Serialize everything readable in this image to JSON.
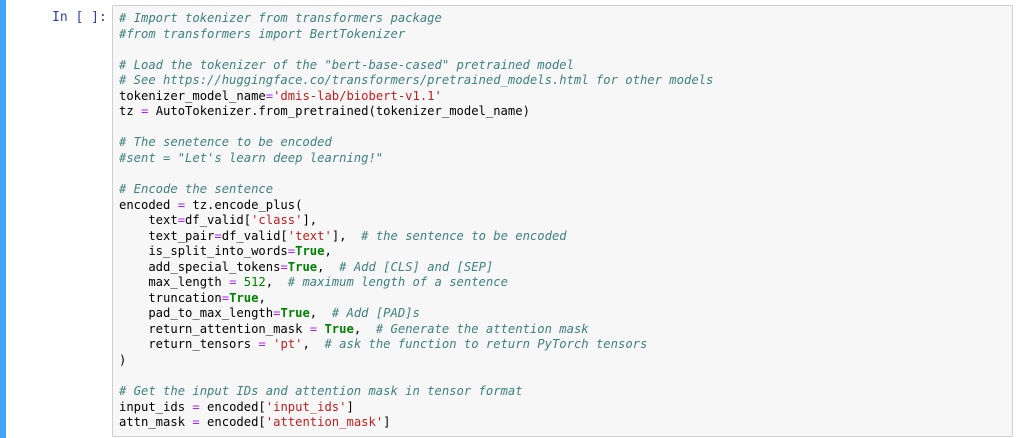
{
  "cell": {
    "prompt": "In [ ]:",
    "lines": [
      [
        {
          "t": "c",
          "v": "# Import tokenizer from transformers package"
        }
      ],
      [
        {
          "t": "c",
          "v": "#from transformers import BertTokenizer"
        }
      ],
      [],
      [
        {
          "t": "c",
          "v": "# Load the tokenizer of the \"bert-base-cased\" pretrained model"
        }
      ],
      [
        {
          "t": "c",
          "v": "# See https://huggingface.co/transformers/pretrained_models.html for other models"
        }
      ],
      [
        {
          "t": "p",
          "v": "tokenizer_model_name"
        },
        {
          "t": "o",
          "v": "="
        },
        {
          "t": "s",
          "v": "'dmis-lab/biobert-v1.1'"
        }
      ],
      [
        {
          "t": "p",
          "v": "tz "
        },
        {
          "t": "o",
          "v": "="
        },
        {
          "t": "p",
          "v": " AutoTokenizer.from_pretrained(tokenizer_model_name)"
        }
      ],
      [],
      [
        {
          "t": "c",
          "v": "# The senetence to be encoded"
        }
      ],
      [
        {
          "t": "c",
          "v": "#sent = \"Let's learn deep learning!\""
        }
      ],
      [],
      [
        {
          "t": "c",
          "v": "# Encode the sentence"
        }
      ],
      [
        {
          "t": "p",
          "v": "encoded "
        },
        {
          "t": "o",
          "v": "="
        },
        {
          "t": "p",
          "v": " tz.encode_plus("
        }
      ],
      [
        {
          "t": "p",
          "v": "    text"
        },
        {
          "t": "o",
          "v": "="
        },
        {
          "t": "p",
          "v": "df_valid["
        },
        {
          "t": "s",
          "v": "'class'"
        },
        {
          "t": "p",
          "v": "],"
        }
      ],
      [
        {
          "t": "p",
          "v": "    text_pair"
        },
        {
          "t": "o",
          "v": "="
        },
        {
          "t": "p",
          "v": "df_valid["
        },
        {
          "t": "s",
          "v": "'text'"
        },
        {
          "t": "p",
          "v": "],  "
        },
        {
          "t": "c",
          "v": "# the sentence to be encoded"
        }
      ],
      [
        {
          "t": "p",
          "v": "    is_split_into_words"
        },
        {
          "t": "o",
          "v": "="
        },
        {
          "t": "k",
          "v": "True"
        },
        {
          "t": "p",
          "v": ","
        }
      ],
      [
        {
          "t": "p",
          "v": "    add_special_tokens"
        },
        {
          "t": "o",
          "v": "="
        },
        {
          "t": "k",
          "v": "True"
        },
        {
          "t": "p",
          "v": ",  "
        },
        {
          "t": "c",
          "v": "# Add [CLS] and [SEP]"
        }
      ],
      [
        {
          "t": "p",
          "v": "    max_length "
        },
        {
          "t": "o",
          "v": "="
        },
        {
          "t": "p",
          "v": " "
        },
        {
          "t": "n",
          "v": "512"
        },
        {
          "t": "p",
          "v": ",  "
        },
        {
          "t": "c",
          "v": "# maximum length of a sentence"
        }
      ],
      [
        {
          "t": "p",
          "v": "    truncation"
        },
        {
          "t": "o",
          "v": "="
        },
        {
          "t": "k",
          "v": "True"
        },
        {
          "t": "p",
          "v": ","
        }
      ],
      [
        {
          "t": "p",
          "v": "    pad_to_max_length"
        },
        {
          "t": "o",
          "v": "="
        },
        {
          "t": "k",
          "v": "True"
        },
        {
          "t": "p",
          "v": ",  "
        },
        {
          "t": "c",
          "v": "# Add [PAD]s"
        }
      ],
      [
        {
          "t": "p",
          "v": "    return_attention_mask "
        },
        {
          "t": "o",
          "v": "="
        },
        {
          "t": "p",
          "v": " "
        },
        {
          "t": "k",
          "v": "True"
        },
        {
          "t": "p",
          "v": ",  "
        },
        {
          "t": "c",
          "v": "# Generate the attention mask"
        }
      ],
      [
        {
          "t": "p",
          "v": "    return_tensors "
        },
        {
          "t": "o",
          "v": "="
        },
        {
          "t": "p",
          "v": " "
        },
        {
          "t": "s",
          "v": "'pt'"
        },
        {
          "t": "p",
          "v": ",  "
        },
        {
          "t": "c",
          "v": "# ask the function to return PyTorch tensors"
        }
      ],
      [
        {
          "t": "p",
          "v": ")"
        }
      ],
      [],
      [
        {
          "t": "c",
          "v": "# Get the input IDs and attention mask in tensor format"
        }
      ],
      [
        {
          "t": "p",
          "v": "input_ids "
        },
        {
          "t": "o",
          "v": "="
        },
        {
          "t": "p",
          "v": " encoded["
        },
        {
          "t": "s",
          "v": "'input_ids'"
        },
        {
          "t": "p",
          "v": "]"
        }
      ],
      [
        {
          "t": "p",
          "v": "attn_mask "
        },
        {
          "t": "o",
          "v": "="
        },
        {
          "t": "p",
          "v": " encoded["
        },
        {
          "t": "s",
          "v": "'attention_mask'"
        },
        {
          "t": "p",
          "v": "]"
        }
      ]
    ]
  },
  "colors": {
    "selection_bar": "#42a5f5",
    "prompt": "#303f9f",
    "comment": "#408080",
    "string": "#ba2121",
    "keyword": "#008000",
    "operator": "#aa22ff",
    "number": "#008000"
  }
}
